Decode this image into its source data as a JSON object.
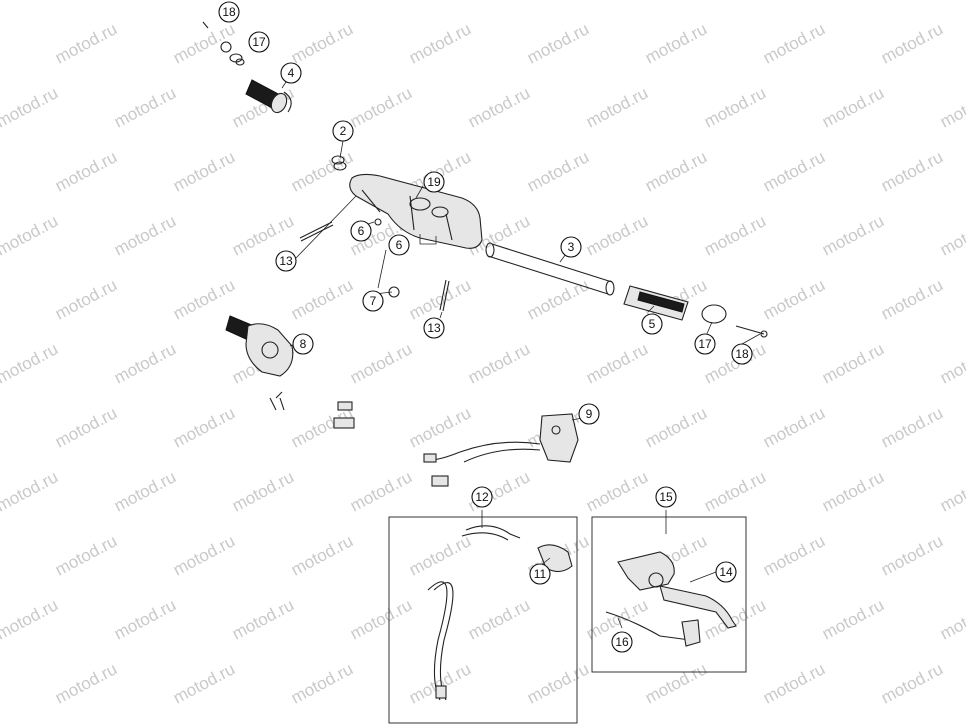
{
  "watermark": "motod.ru",
  "callouts": [
    {
      "id": "c18a",
      "label": "18"
    },
    {
      "id": "c17a",
      "label": "17"
    },
    {
      "id": "c4",
      "label": "4"
    },
    {
      "id": "c2",
      "label": "2"
    },
    {
      "id": "c19",
      "label": "19"
    },
    {
      "id": "c6a",
      "label": "6"
    },
    {
      "id": "c6b",
      "label": "6"
    },
    {
      "id": "c3",
      "label": "3"
    },
    {
      "id": "c13a",
      "label": "13"
    },
    {
      "id": "c7",
      "label": "7"
    },
    {
      "id": "c13b",
      "label": "13"
    },
    {
      "id": "c8",
      "label": "8"
    },
    {
      "id": "c5",
      "label": "5"
    },
    {
      "id": "c17b",
      "label": "17"
    },
    {
      "id": "c18b",
      "label": "18"
    },
    {
      "id": "c9",
      "label": "9"
    },
    {
      "id": "c12",
      "label": "12"
    },
    {
      "id": "c15",
      "label": "15"
    },
    {
      "id": "c11",
      "label": "11"
    },
    {
      "id": "c14",
      "label": "14"
    },
    {
      "id": "c16",
      "label": "16"
    }
  ]
}
